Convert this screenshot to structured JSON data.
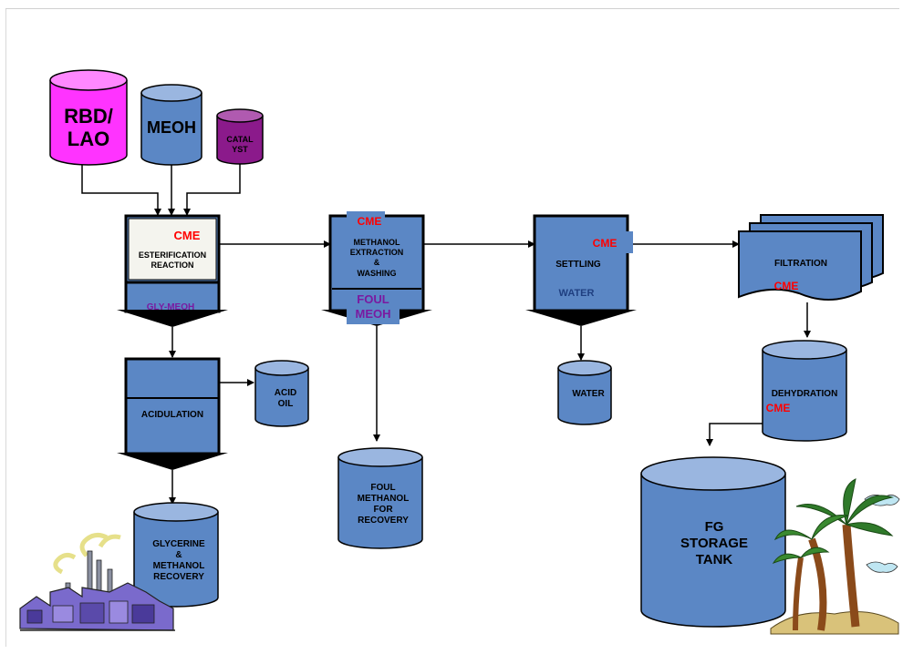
{
  "inputs": {
    "rbd_lao": [
      "RBD/",
      "LAO"
    ],
    "meoh": "MEOH",
    "catalyst": [
      "CATAL",
      "YST"
    ]
  },
  "esterification": {
    "cme": "CME",
    "label": [
      "ESTERIFICATION",
      "REACTION"
    ],
    "bottom": "GLY-MEOH"
  },
  "acidulation": {
    "label": "ACIDULATION",
    "side_tank": [
      "ACID",
      "OIL"
    ]
  },
  "glycerine_tank": [
    "GLYCERINE",
    "&",
    "METHANOL",
    "RECOVERY"
  ],
  "extraction": {
    "cme": "CME",
    "label": [
      "METHANOL",
      "EXTRACTION",
      "&",
      "WASHING"
    ],
    "bottom": [
      "FOUL",
      "MEOH"
    ]
  },
  "foul_tank": [
    "FOUL",
    "METHANOL",
    "FOR",
    "RECOVERY"
  ],
  "settling": {
    "cme": "CME",
    "label": "SETTLING",
    "water": "WATER",
    "tank": "WATER"
  },
  "filtration": {
    "label": "FILTRATION",
    "cme": "CME"
  },
  "dehydration": {
    "label": "DEHYDRATION",
    "cme": "CME"
  },
  "storage": [
    "FG",
    "STORAGE",
    "TANK"
  ],
  "colors": {
    "vessel_blue": "#5b87c5",
    "vessel_top": "#9ab6e0",
    "magenta": "#ff33ff",
    "purple": "#8b1a8b",
    "cme_red": "#ff0000",
    "gly_purple": "#7a1aa0",
    "outline": "#000000"
  },
  "icons": [
    "factory-icon",
    "palm-trees-icon"
  ]
}
